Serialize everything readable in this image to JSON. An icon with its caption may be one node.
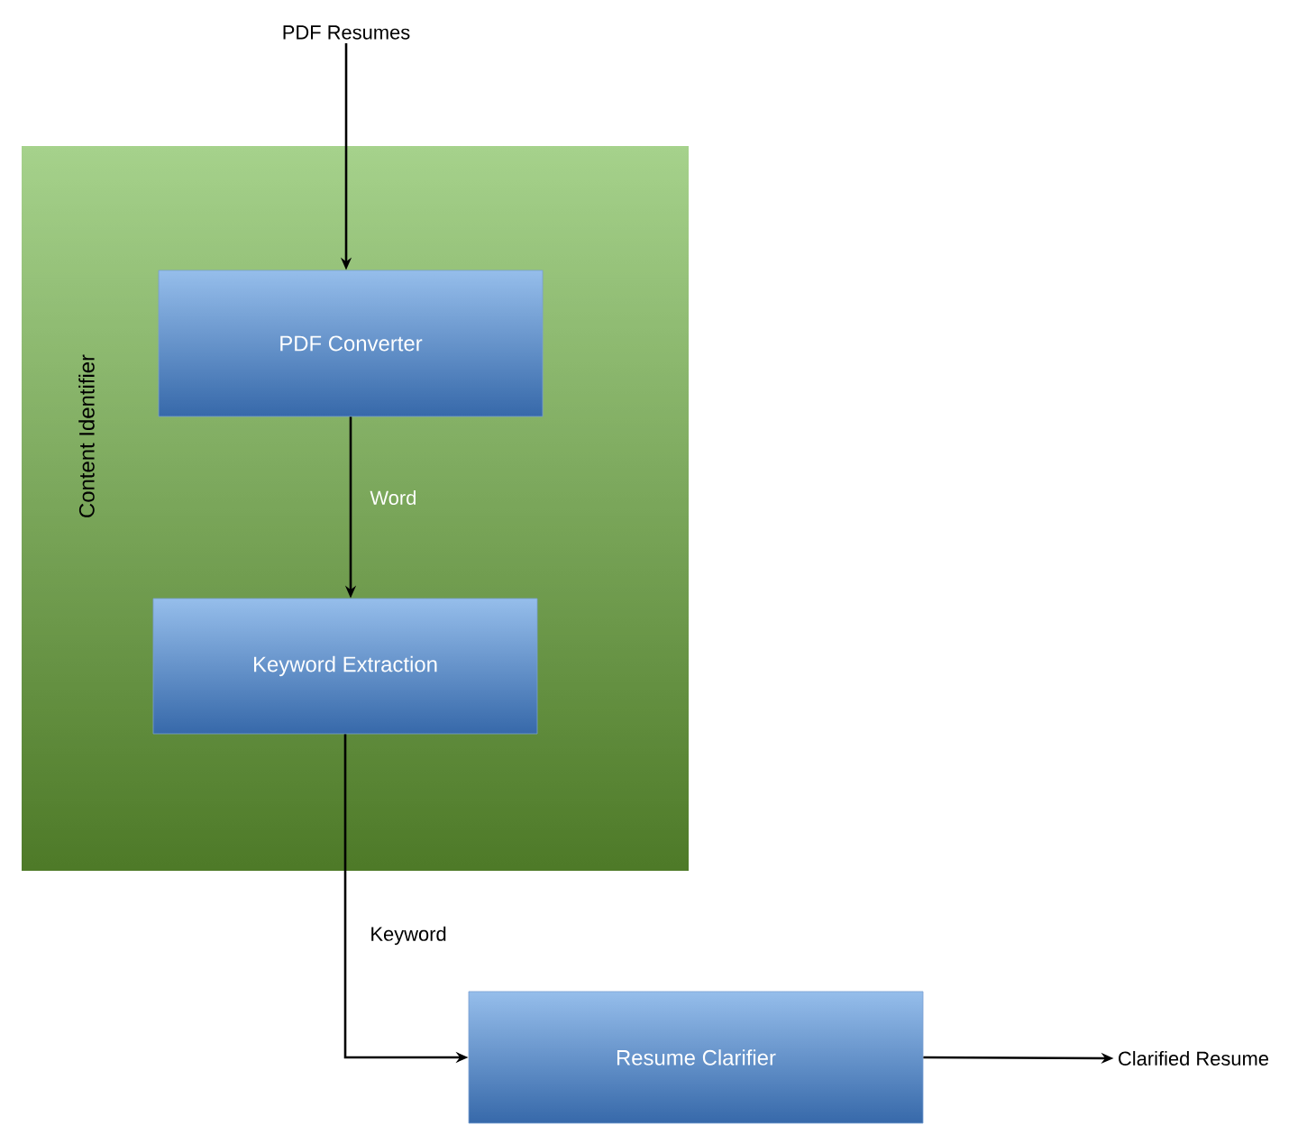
{
  "diagram": {
    "nodes": [
      {
        "text": [
          "PDF Resumes"
        ]
      },
      {
        "text": [
          "Content Identifier"
        ]
      },
      {
        "text": [
          "PDF Converter"
        ],
        "in": 1
      },
      {
        "text": [
          "Keyword Extraction"
        ],
        "in": 1
      },
      {
        "text": [
          "Resume Clarifier"
        ]
      },
      {
        "text": [
          "Clarified Resume"
        ]
      }
    ],
    "edges": [
      {
        "from": 0,
        "to": 2,
        "arrow": "to"
      },
      {
        "from": 2,
        "to": 3,
        "arrow": "to",
        "label": "Word"
      },
      {
        "from": 3,
        "to": 4,
        "arrow": "to",
        "label": "Keyword"
      },
      {
        "from": 4,
        "to": 5,
        "arrow": "to"
      }
    ]
  }
}
